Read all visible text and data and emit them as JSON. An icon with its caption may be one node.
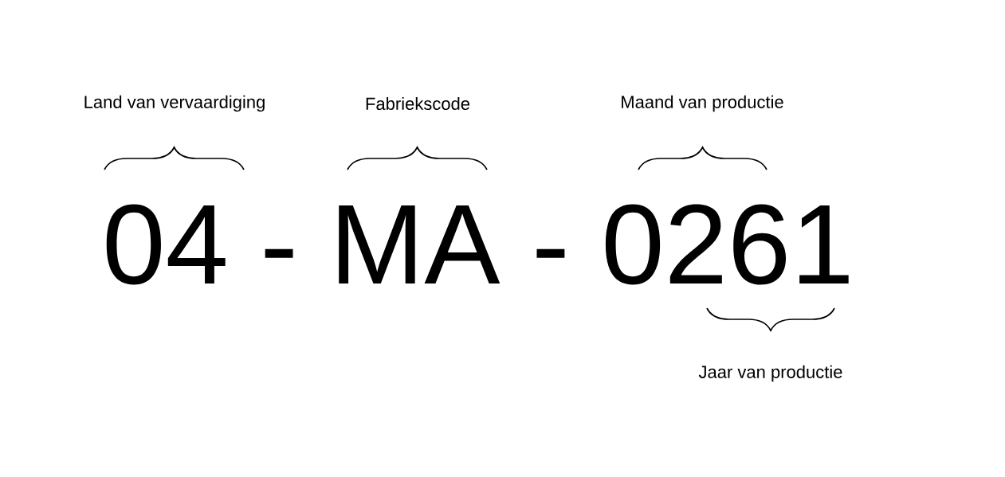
{
  "diagram": {
    "labels": [
      "Land van vervaardiging",
      "Fabriekscode",
      "Maand van productie",
      "04 - MA - 0261",
      "Jaar van productie"
    ]
  }
}
